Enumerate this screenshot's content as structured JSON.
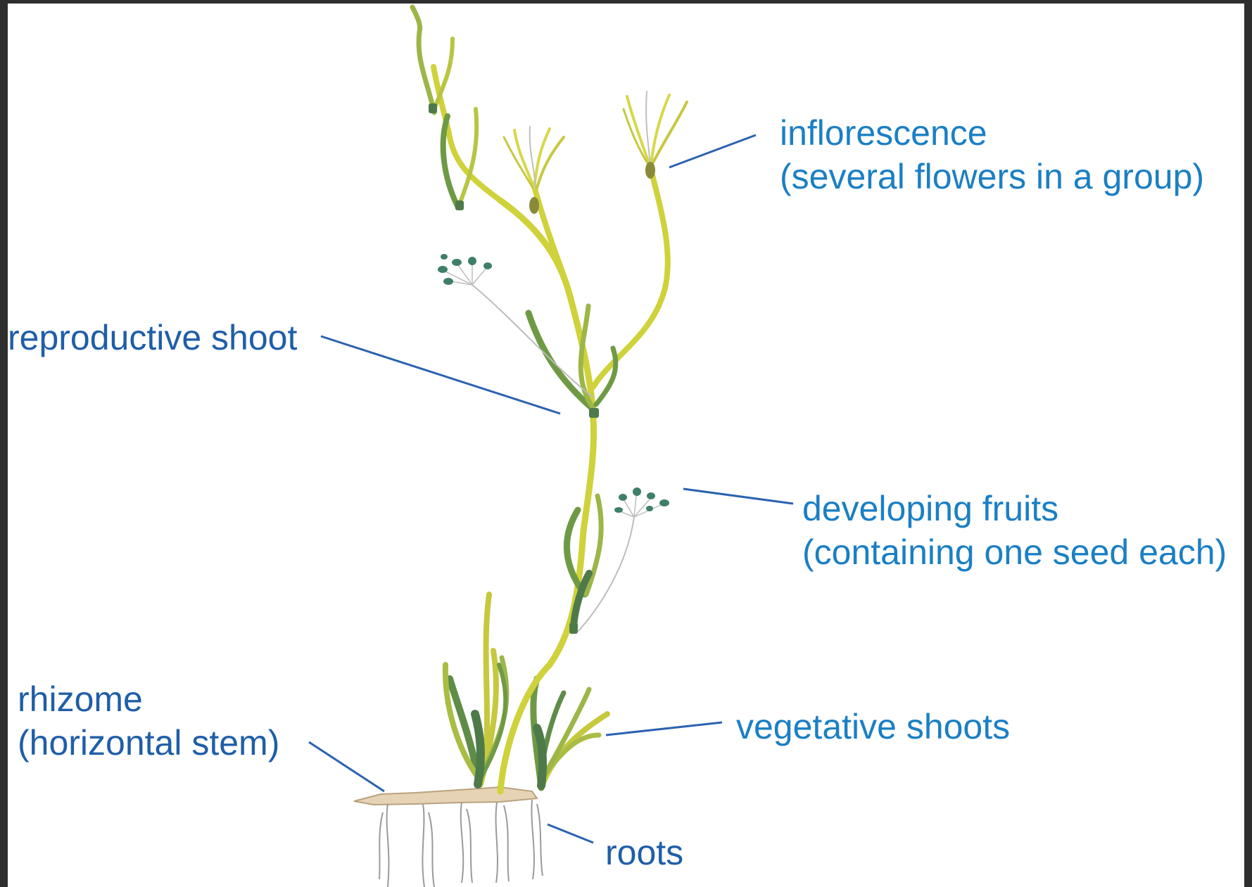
{
  "labels": {
    "inflorescence": {
      "line1": "inflorescence",
      "line2": "(several flowers in a group)"
    },
    "reproductive_shoot": {
      "line1": "reproductive shoot"
    },
    "developing_fruits": {
      "line1": "developing fruits",
      "line2": "(containing one seed each)"
    },
    "rhizome": {
      "line1": "rhizome",
      "line2": "(horizontal stem)"
    },
    "vegetative_shoots": {
      "line1": "vegetative shoots"
    },
    "roots": {
      "line1": "roots"
    }
  },
  "colors": {
    "label_light": "#1b7fc4",
    "label_dark": "#1f5ea8",
    "leader_line": "#2a62b0",
    "stem_yellow": "#cfd23a",
    "leaf_green": "#6f9a45",
    "sheath_dark": "#4e7a4a",
    "fruit_teal": "#3f7f6a",
    "rhizome_tan": "#e6d2b4",
    "root_grey": "#9a9a9a",
    "page_background": "#ffffff",
    "frame": "#2e2e2e"
  }
}
